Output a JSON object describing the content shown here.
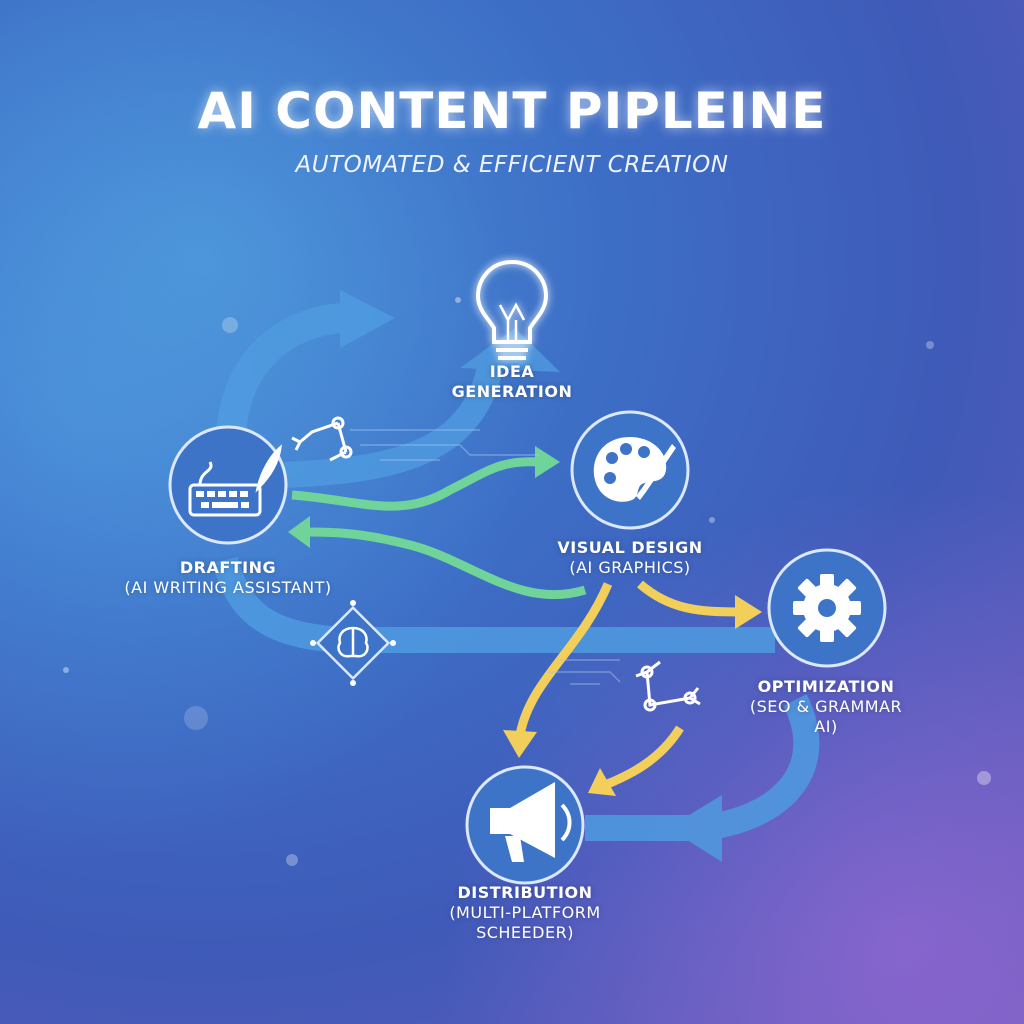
{
  "title": "AI CONTENT PIPLEINE",
  "subtitle": "AUTOMATED & EFFICIENT CREATION",
  "stages": {
    "idea": {
      "line1": "IDEA",
      "line2": "GENERATION",
      "icon": "lightbulb-icon"
    },
    "drafting": {
      "title": "DRAFTING",
      "subtitle": "(AI WRITING ASSISTANT)",
      "icon": "keyboard-quill-icon"
    },
    "visual": {
      "title": "VISUAL DESIGN",
      "subtitle": "(AI GRAPHICS)",
      "icon": "palette-icon"
    },
    "optimization": {
      "title": "OPTIMIZATION",
      "subtitle": "(SEO & GRAMMAR AI)",
      "icon": "gear-icon"
    },
    "distribution": {
      "title": "DISTRIBUTION",
      "subtitle_line1": "(MULTI-PLATFORM",
      "subtitle_line2": "SCHEEDER)",
      "icon": "megaphone-icon"
    }
  },
  "colors": {
    "blue_arrow": "#4f9be0",
    "green_arrow": "#6fd39a",
    "yellow_arrow": "#f2cf5b",
    "icon_ring": "#dbe8ff"
  },
  "decorations": [
    "robot-arm-icon",
    "robot-arm-icon",
    "brain-icon"
  ]
}
